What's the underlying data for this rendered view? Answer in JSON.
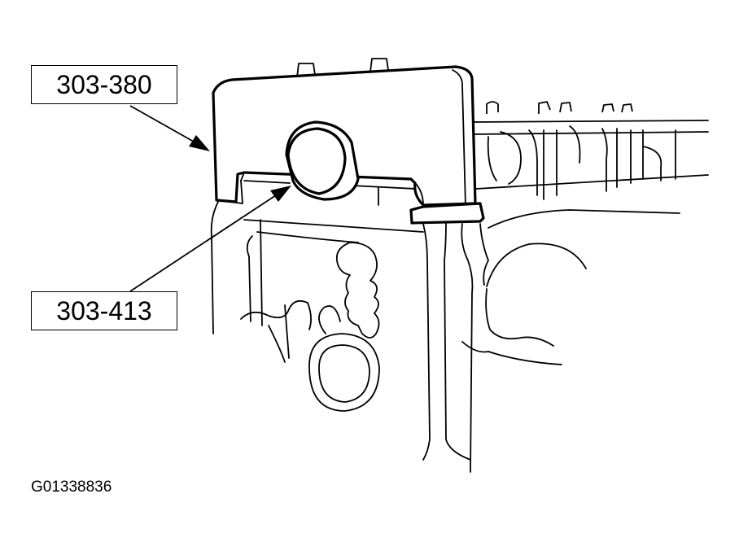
{
  "callouts": {
    "tool_top": "303-380",
    "tool_bottom": "303-413"
  },
  "figure_id": "G01338836",
  "colors": {
    "line": "#000000",
    "background": "#ffffff"
  }
}
